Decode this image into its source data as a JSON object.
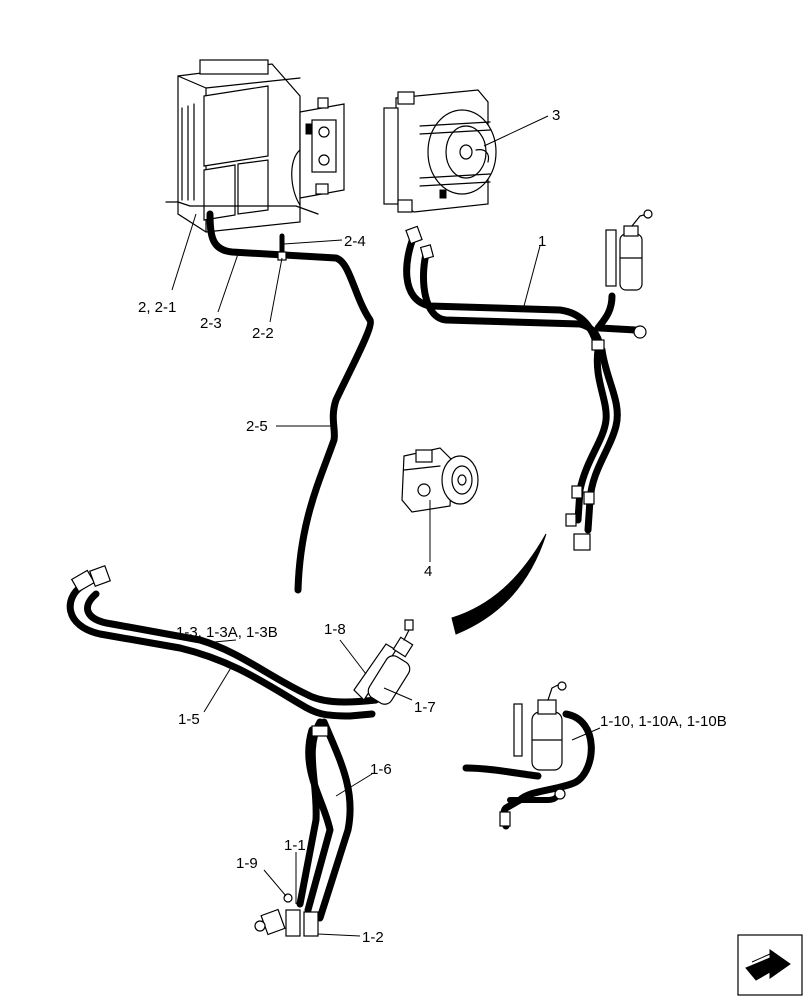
{
  "callouts": {
    "c3": "3",
    "c24": "2-4",
    "c1": "1",
    "c221": "2, 2-1",
    "c23": "2-3",
    "c22": "2-2",
    "c25": "2-5",
    "c4": "4",
    "c13": "1-3, 1-3A, 1-3B",
    "c18": "1-8",
    "c17": "1-7",
    "c15": "1-5",
    "c110": "1-10, 1-10A, 1-10B",
    "c16": "1-6",
    "c11": "1-1",
    "c19": "1-9",
    "c12": "1-2"
  },
  "icons": {
    "nav": "next-page-arrow-icon"
  }
}
